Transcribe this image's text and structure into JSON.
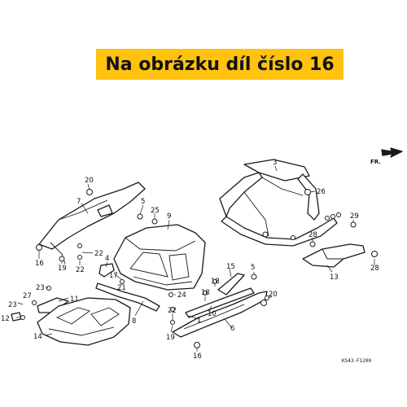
{
  "banner": {
    "text": "Na obrázku díl číslo 16",
    "color": "#ffc20e"
  },
  "diagram": {
    "direction_label": "FR.",
    "diagram_code": "KS43-F1200",
    "callouts": {
      "c20a": "20",
      "c7": "7",
      "c5a": "5",
      "c25": "25",
      "c9": "9",
      "c3": "3",
      "c26": "26",
      "c29": "29",
      "c28a": "28",
      "c28b": "28",
      "c13": "13",
      "c16a": "16",
      "c19a": "19",
      "c22a": "22",
      "c22b": "22",
      "c4": "4",
      "c17": "17",
      "c21": "21",
      "c15": "15",
      "c5b": "5",
      "c18a": "18",
      "c18b": "18",
      "c24": "24",
      "c10": "10",
      "c20b": "20",
      "c23a": "23",
      "c27": "27",
      "c11": "11",
      "c23b": "23",
      "c12": "12",
      "c14": "14",
      "c8": "8",
      "c22c": "22",
      "c1": "1",
      "c6": "6",
      "c19b": "19",
      "c16b": "16"
    }
  }
}
